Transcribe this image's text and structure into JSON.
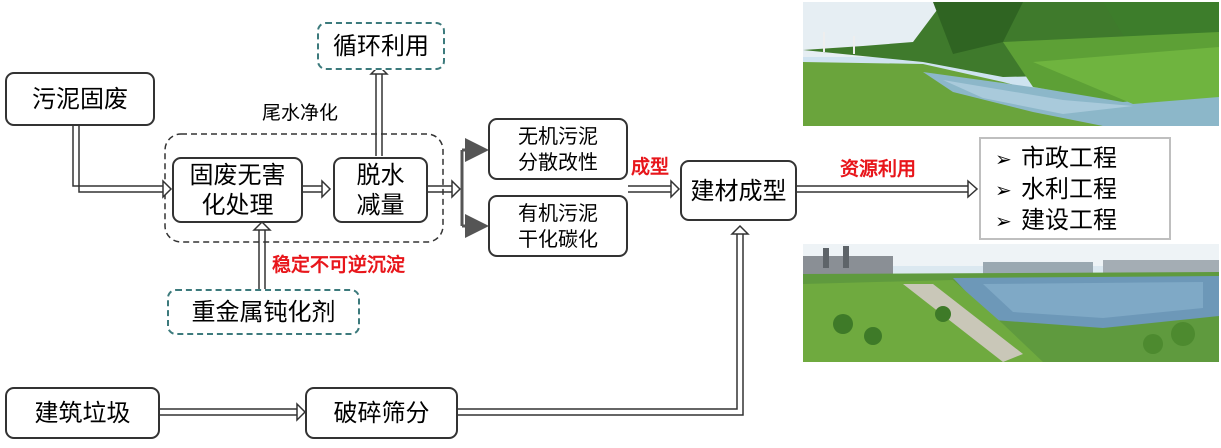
{
  "nodes": {
    "sludge_solid_waste": "污泥固废",
    "recycle_use": "循环利用",
    "tail_water_purify": "尾水净化",
    "harmless_treatment": [
      "固废无害",
      "化处理"
    ],
    "dewater_reduce": [
      "脱水",
      "减量"
    ],
    "heavy_metal_passivator": "重金属钝化剂",
    "stable_irreversible_precipitate": "稳定不可逆沉淀",
    "inorganic_sludge": [
      "无机污泥",
      "分散改性"
    ],
    "organic_sludge": [
      "有机污泥",
      "干化碳化"
    ],
    "forming": "成型",
    "building_material_forming": "建材成型",
    "resource_utilization": "资源利用",
    "construction_waste": "建筑垃圾",
    "crush_screen": "破碎筛分"
  },
  "applications": [
    "市政工程",
    "水利工程",
    "建设工程"
  ],
  "colors": {
    "accent_red": "#e8161b",
    "teal_border": "#3c7a7c",
    "box_border": "#333333"
  }
}
